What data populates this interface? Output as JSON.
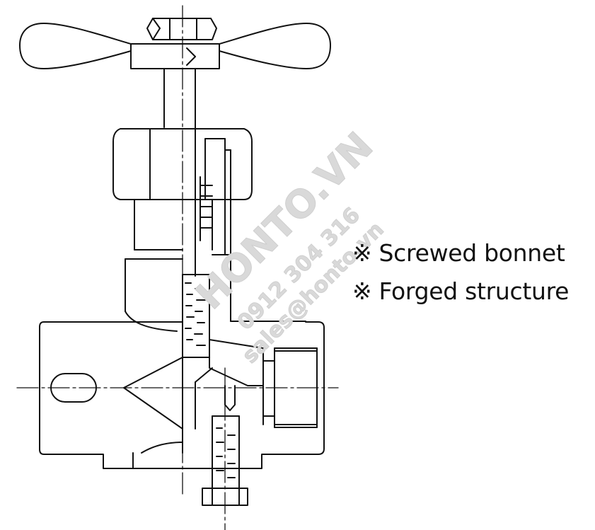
{
  "notes": [
    "※ Screwed bonnet",
    "※ Forged structure"
  ],
  "watermark": {
    "brand": "HONTO.VN",
    "phone": "0912 304 316",
    "email": "sales@honto.vn"
  },
  "colors": {
    "line": "#111111",
    "watermark": "#d9d9d9",
    "background": "#ffffff"
  }
}
